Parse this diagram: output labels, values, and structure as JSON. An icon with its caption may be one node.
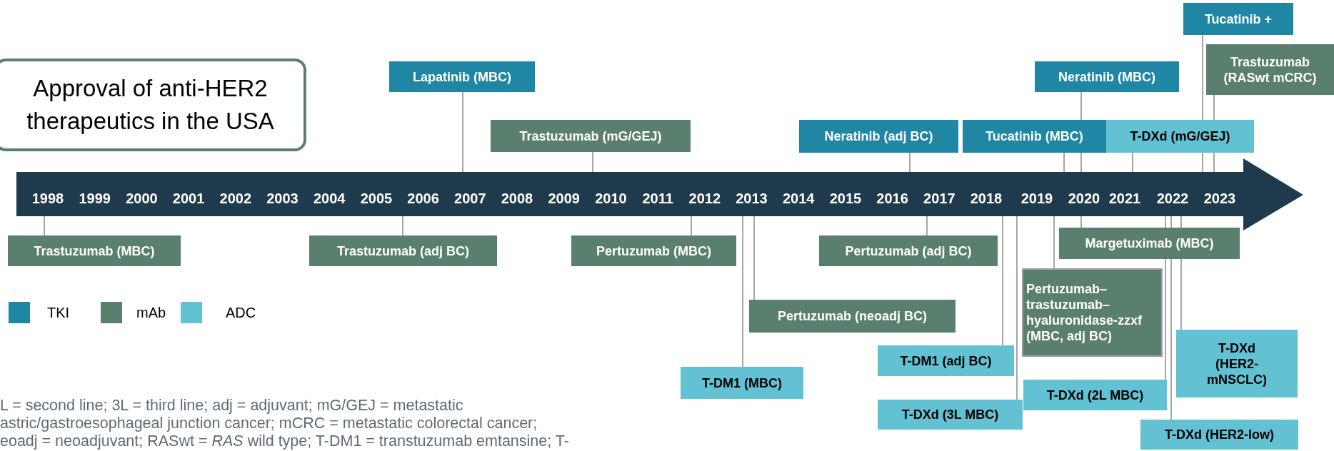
{
  "diagram": {
    "title": "Approval of anti-HER2 therapeutics in the USA",
    "nodes": [
      {
        "text": [
          "1998",
          "1999",
          "2000",
          "2001",
          "2002",
          "2003",
          "2004",
          "2005",
          "2006",
          "2007",
          "2008",
          "2009",
          "2010",
          "2011",
          "2012",
          "2013",
          "2014",
          "2015",
          "2016",
          "2017",
          "2018",
          "2019",
          "2020",
          "2021",
          "2022",
          "2023"
        ]
      },
      {
        "text": [
          "Trastuzumab (MBC)"
        ]
      },
      {
        "text": [
          "Trastuzumab (adj BC)"
        ]
      },
      {
        "text": [
          "Lapatinib (MBC)"
        ]
      },
      {
        "text": [
          "Trastuzumab (mG/GEJ)"
        ]
      },
      {
        "text": [
          "Pertuzumab (MBC)"
        ]
      },
      {
        "text": [
          "T-DM1 (MBC)"
        ]
      },
      {
        "text": [
          "Pertuzumab (neoadj BC)"
        ]
      },
      {
        "text": [
          "Neratinib (adj BC)"
        ]
      },
      {
        "text": [
          "Pertuzumab (adj BC)"
        ]
      },
      {
        "text": [
          "T-DM1 (adj BC)"
        ]
      },
      {
        "text": [
          "T-DXd (3L MBC)"
        ]
      },
      {
        "text": [
          "Tucatinib (MBC)"
        ]
      },
      {
        "text": [
          "Pertuzumab–trastuzumab–hyaluronidase-zzxf (MBC, adj BC)"
        ]
      },
      {
        "text": [
          "Neratinib (MBC)"
        ]
      },
      {
        "text": [
          "Margetuximab (MBC)"
        ]
      },
      {
        "text": [
          "T-DXd (2L MBC)"
        ]
      },
      {
        "text": [
          "T-DXd (mG/GEJ)"
        ]
      },
      {
        "text": [
          "Tucatinib +"
        ]
      },
      {
        "text": [
          "Trastuzumab (RASwt mCRC)"
        ]
      },
      {
        "text": [
          "T-DXd (HER2-mNSCLC)"
        ]
      },
      {
        "text": [
          "T-DXd (HER2-low)"
        ]
      }
    ],
    "edges": [
      {
        "from": 1,
        "to": 0,
        "arrow": "none"
      },
      {
        "from": 2,
        "to": 0,
        "arrow": "none"
      },
      {
        "from": 3,
        "to": 0,
        "arrow": "none"
      },
      {
        "from": 4,
        "to": 0,
        "arrow": "none"
      },
      {
        "from": 5,
        "to": 0,
        "arrow": "none"
      },
      {
        "from": 6,
        "to": 0,
        "arrow": "none"
      },
      {
        "from": 7,
        "to": 0,
        "arrow": "none"
      },
      {
        "from": 8,
        "to": 0,
        "arrow": "none"
      },
      {
        "from": 9,
        "to": 0,
        "arrow": "none"
      },
      {
        "from": 10,
        "to": 0,
        "arrow": "none"
      },
      {
        "from": 11,
        "to": 0,
        "arrow": "none"
      },
      {
        "from": 12,
        "to": 0,
        "arrow": "none"
      },
      {
        "from": 13,
        "to": 0,
        "arrow": "none"
      },
      {
        "from": 14,
        "to": 0,
        "arrow": "none"
      },
      {
        "from": 15,
        "to": 0,
        "arrow": "none"
      },
      {
        "from": 16,
        "to": 0,
        "arrow": "none"
      },
      {
        "from": 17,
        "to": 0,
        "arrow": "none"
      },
      {
        "from": 18,
        "to": 0,
        "arrow": "none"
      },
      {
        "from": 19,
        "to": 0,
        "arrow": "none"
      },
      {
        "from": 20,
        "to": 0,
        "arrow": "none"
      },
      {
        "from": 21,
        "to": 0,
        "arrow": "none"
      }
    ],
    "labels": [
      "L = second line; 3L = third line; adj = adjuvant; mG/GEJ = metastatic astric/gastroesophageal junction cancer; mCRC = metastatic colorectal cancer; eoadj = neoadjuvant; RASwt = *RAS* wild type; T-DM1 = transtuzumab emtansine; T-"
    ],
    "legend": [
      {
        "text": "TKI",
        "color": "#1f86a3"
      },
      {
        "text": "mAb",
        "color": "#5b7f6e"
      },
      {
        "text": "ADC",
        "color": "#62c1d2"
      }
    ]
  }
}
